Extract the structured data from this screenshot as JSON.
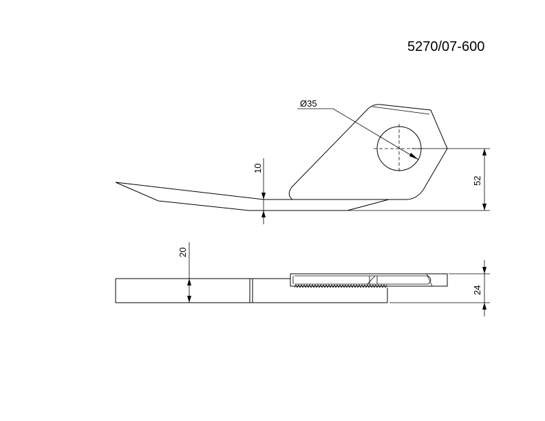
{
  "drawing": {
    "part_number": "5270/07-600",
    "dimensions": {
      "hole_diameter": "Ø35",
      "blade_thickness": "10",
      "head_height": "52",
      "base_thickness": "20",
      "side_height": "24"
    }
  }
}
